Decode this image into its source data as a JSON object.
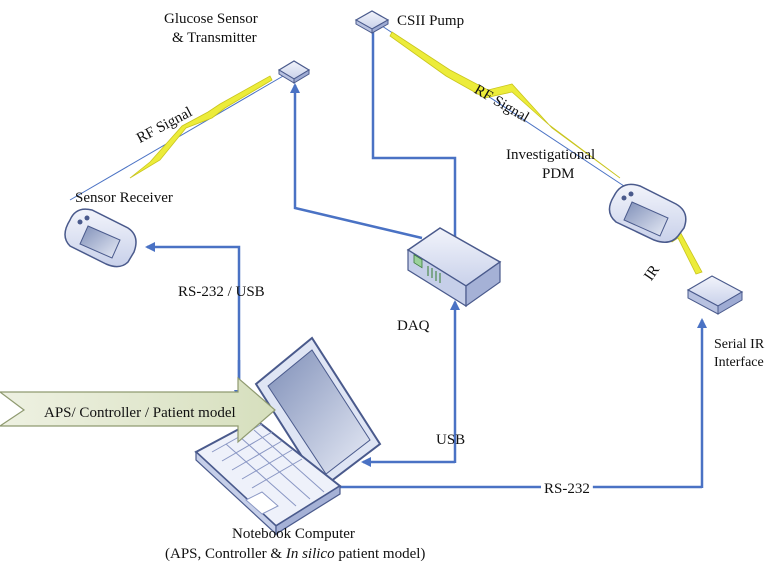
{
  "nodes": {
    "glucose_sensor": {
      "line1": "Glucose Sensor",
      "line2": "& Transmitter"
    },
    "csii_pump": {
      "label": "CSII Pump"
    },
    "sensor_receiver": {
      "label": "Sensor Receiver"
    },
    "investigational_pdm": {
      "line1": "Investigational",
      "line2": "PDM"
    },
    "daq": {
      "label": "DAQ"
    },
    "serial_ir": {
      "line1": "Serial IR",
      "line2": "Interface"
    },
    "notebook": {
      "line1": "Notebook Computer",
      "line2_prefix": "(APS, Controller & ",
      "line2_italic": "In silico",
      "line2_suffix": " patient model)"
    }
  },
  "links": {
    "rf_signal_left": "RF Signal",
    "rf_signal_right": "RF Signal",
    "rs232_usb": "RS-232 / USB",
    "usb": "USB",
    "ir": "IR",
    "rs232": "RS-232"
  },
  "callout": {
    "label": "APS/ Controller / Patient model"
  },
  "colors": {
    "arrow": "#4a72c4",
    "device_fill": "#dfe5f4",
    "device_stroke": "#4a5a8c",
    "lightning": "#ecec3a",
    "callout_fill": "#dfe6cc"
  }
}
